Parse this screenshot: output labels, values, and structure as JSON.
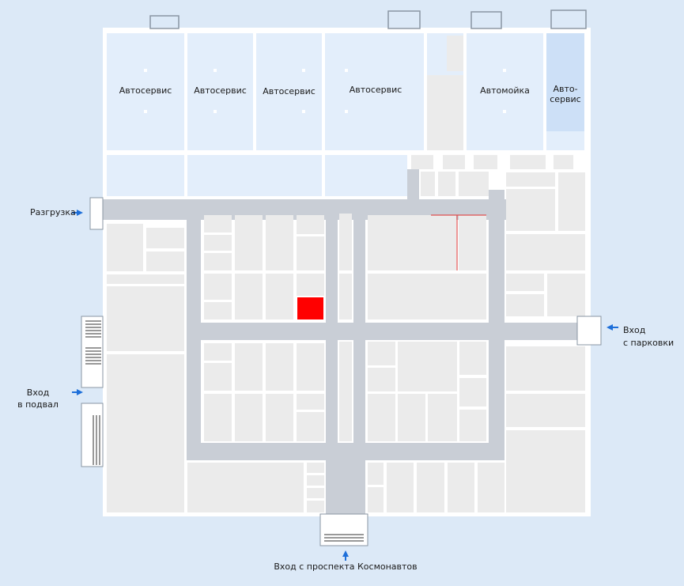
{
  "units": {
    "autoservice_1": "Автосервис",
    "autoservice_2": "Автосервис",
    "autoservice_3": "Автосервис",
    "autoservice_4": "Автосервис",
    "carwash": "Автомойка",
    "autoservice_small_line1": "Авто-",
    "autoservice_small_line2": "сервис"
  },
  "entrances": {
    "unloading": "Разгрузка",
    "parking_line1": "Вход",
    "parking_line2": "с парковки",
    "basement_line1": "Вход",
    "basement_line2": "в подвал",
    "main": "Вход с проспекта Космонавтов"
  },
  "colors": {
    "background": "#dce9f7",
    "shop": "#ebebeb",
    "autoservice": "#e3eefb",
    "autoservice_highlight": "#cde0f7",
    "corridor": "#c9ced6",
    "wall": "#ffffff",
    "highlight": "#ff0000",
    "arrow": "#1e6fd9"
  },
  "highlighted_unit": "selected-shop"
}
